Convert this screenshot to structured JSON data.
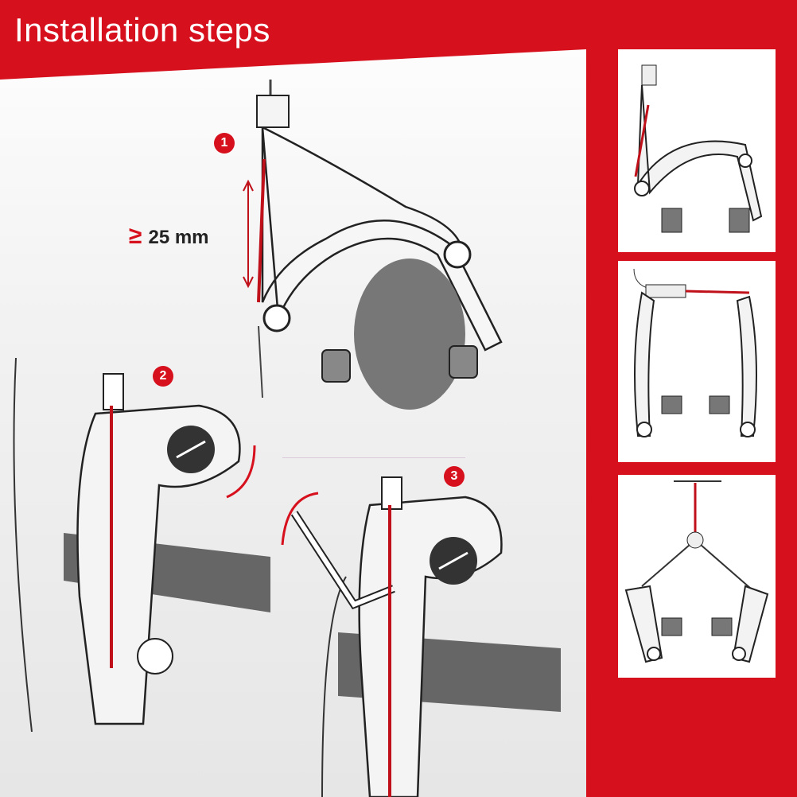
{
  "header": {
    "title": "Installation steps"
  },
  "steps": [
    {
      "number": "1"
    },
    {
      "number": "2"
    },
    {
      "number": "3"
    }
  ],
  "measurement": {
    "symbol": "≥",
    "value": "25 mm"
  },
  "colors": {
    "accent": "#d7101d",
    "cable": "#c0101a"
  }
}
